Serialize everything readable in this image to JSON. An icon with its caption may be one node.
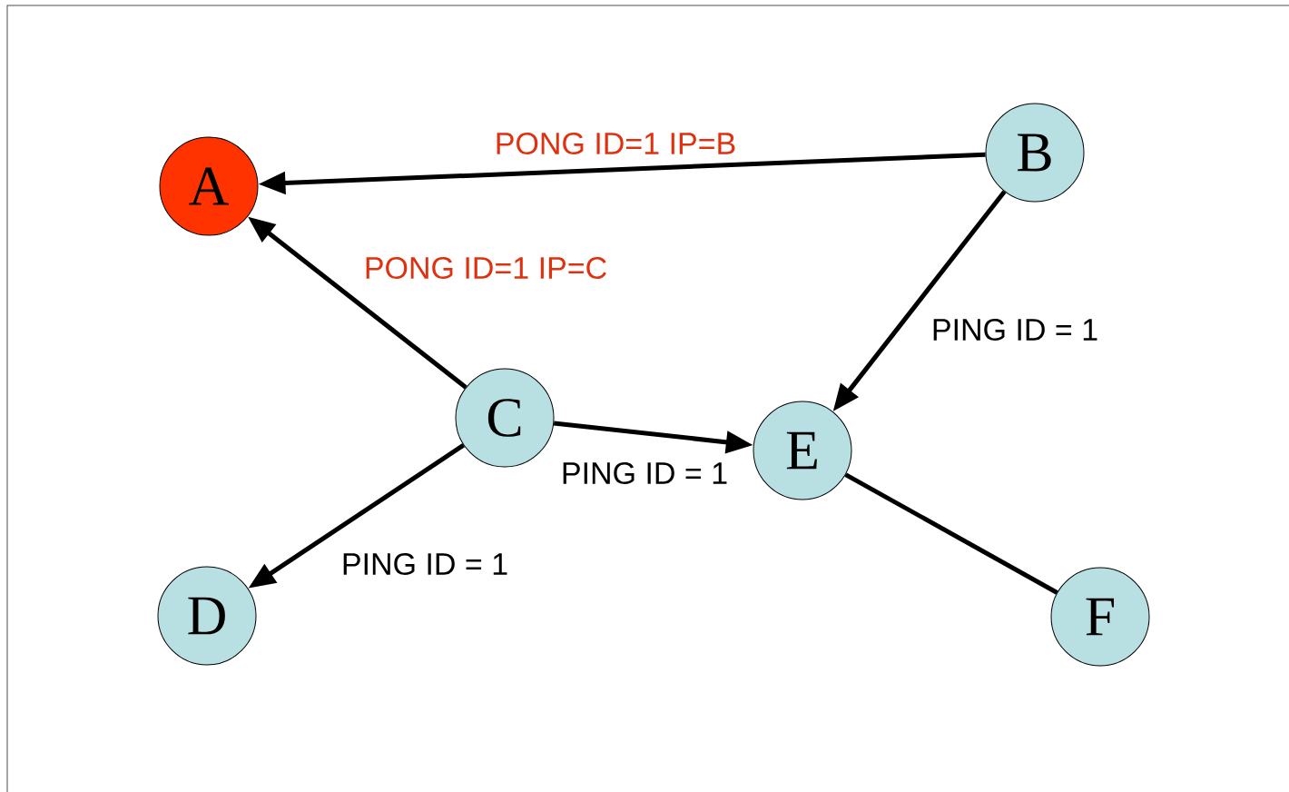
{
  "diagram": {
    "nodes": [
      {
        "text": [
          "A"
        ]
      },
      {
        "text": [
          "B"
        ]
      },
      {
        "text": [
          "C"
        ]
      },
      {
        "text": [
          "D"
        ]
      },
      {
        "text": [
          "E"
        ]
      },
      {
        "text": [
          "F"
        ]
      }
    ],
    "edges": [
      {
        "from": 1,
        "to": 0,
        "arrow": "to",
        "label": "PONG ID=1 IP=B"
      },
      {
        "from": 2,
        "to": 0,
        "arrow": "to",
        "label": "PONG ID=1 IP=C"
      },
      {
        "from": 1,
        "to": 4,
        "arrow": "to",
        "label": "PING ID = 1"
      },
      {
        "from": 2,
        "to": 4,
        "arrow": "to",
        "label": "PING ID = 1"
      },
      {
        "from": 2,
        "to": 3,
        "arrow": "to",
        "label": "PING ID = 1"
      },
      {
        "from": 4,
        "to": 5,
        "arrow": "none"
      }
    ]
  }
}
